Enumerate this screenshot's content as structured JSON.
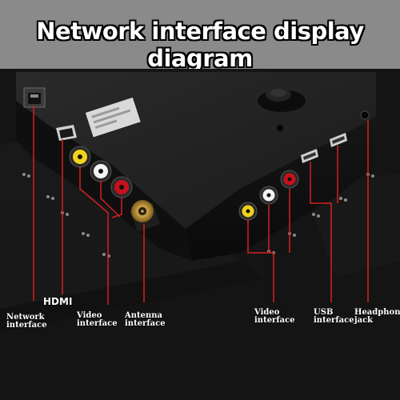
{
  "title": "Network interface display diagram",
  "labels": {
    "network": [
      "Network",
      "interface"
    ],
    "hdmi": "HDMI",
    "video_left": [
      "Video",
      "interface"
    ],
    "antenna": [
      "Antenna",
      "interface"
    ],
    "video_right": [
      "Video",
      "interface"
    ],
    "usb": [
      "USB",
      "interface"
    ],
    "headphone": [
      "Headphone",
      "jack"
    ]
  },
  "colors": {
    "banner": "#8a8a8a",
    "leader_line": "#d42020",
    "rca_yellow": "#f2d21b",
    "rca_white": "#f4f4f4",
    "rca_red": "#c8101c"
  }
}
